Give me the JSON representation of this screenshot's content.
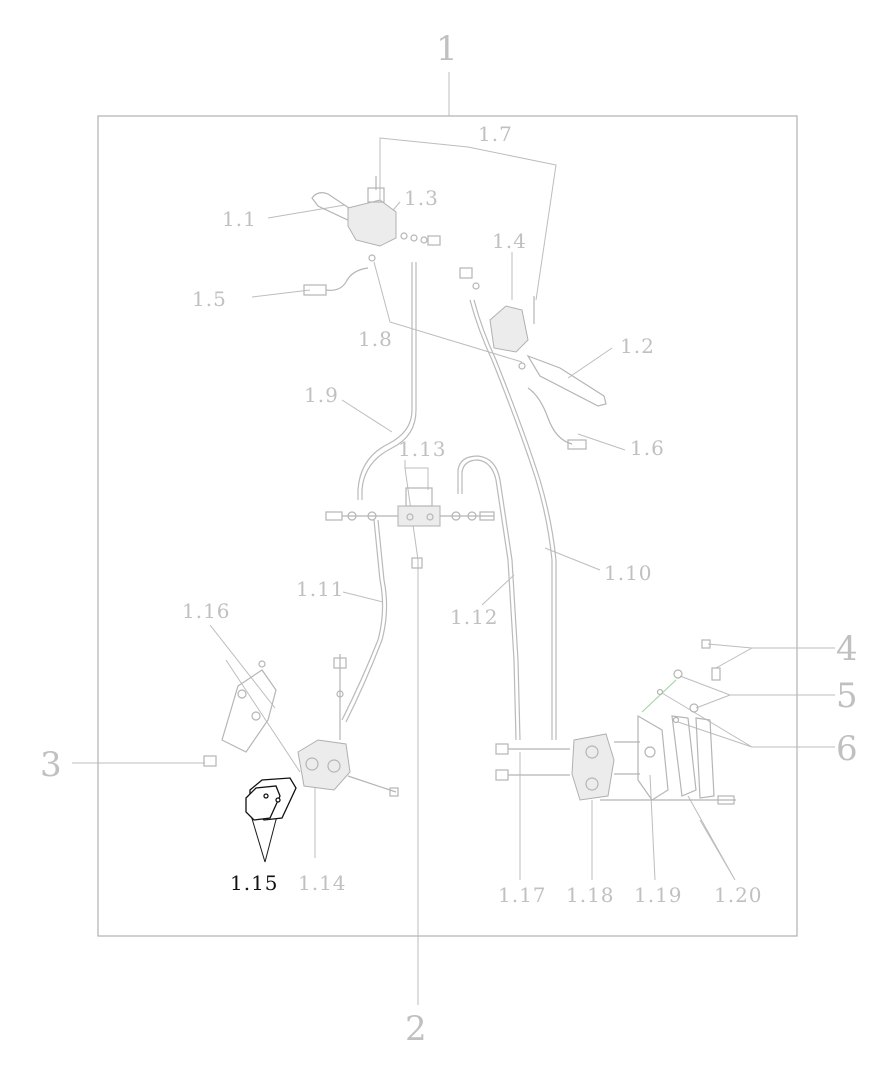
{
  "diagram": {
    "callouts": {
      "c1": "1",
      "c2": "2",
      "c3": "3",
      "c4": "4",
      "c5": "5",
      "c6": "6",
      "c1_1": "1.1",
      "c1_2": "1.2",
      "c1_3": "1.3",
      "c1_4": "1.4",
      "c1_5": "1.5",
      "c1_6": "1.6",
      "c1_7": "1.7",
      "c1_8": "1.8",
      "c1_9": "1.9",
      "c1_10": "1.10",
      "c1_11": "1.11",
      "c1_12": "1.12",
      "c1_13": "1.13",
      "c1_14": "1.14",
      "c1_15": "1.15",
      "c1_16": "1.16",
      "c1_17": "1.17",
      "c1_18": "1.18",
      "c1_19": "1.19",
      "c1_20": "1.20"
    },
    "highlighted_part": "1.15",
    "colors": {
      "line_gray": "#bdbdbd",
      "label_gray": "#c0c0c0",
      "highlight": "#111111",
      "accent_green": "#9ed39e"
    }
  }
}
